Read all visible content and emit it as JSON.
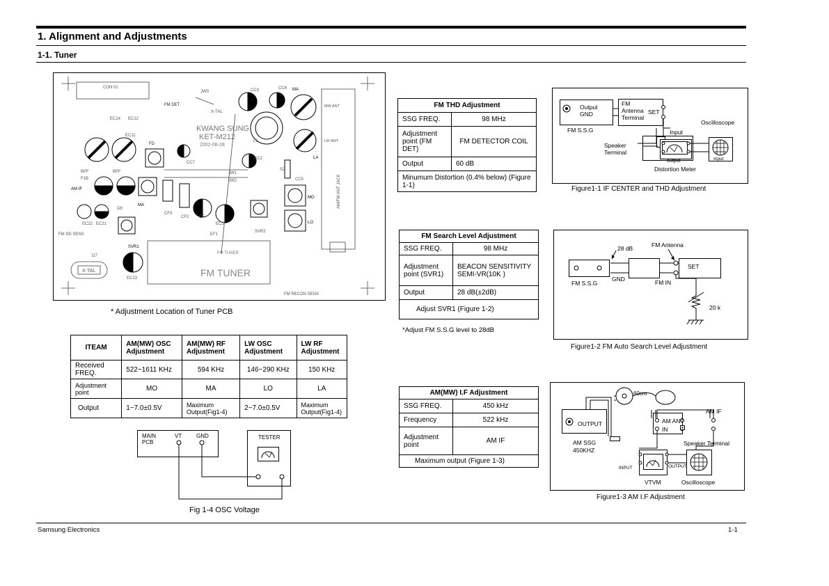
{
  "header": {
    "title": "1. Alignment and Adjustments",
    "subtitle": "1-1. Tuner"
  },
  "pcb": {
    "caption": "* Adjustment Location of Tuner PCB",
    "labels": {
      "con": "CON 01",
      "fmdet": "FM DET",
      "jw3": "JW3",
      "xtal": "X-TAL",
      "cc3": "CC3",
      "cc4": "CC4",
      "ma_top": "MA",
      "mwant": "MW ANT",
      "lwant": "LW ANT",
      "kwang": "KWANG SUNG",
      "model": "KET-M212",
      "date": "2002-08-28",
      "fd": "FD",
      "ec14": "EC14",
      "ec12": "EC12",
      "ec11": "EC11",
      "l1": "L1",
      "cc2": "CC2",
      "s2": "S2",
      "la": "LA",
      "cc7": "CC7",
      "bpf1": "BPF",
      "bpf2": "BPF",
      "f1b": "F1B",
      "jw1": "JW1",
      "jw2": "JW2",
      "cc5": "CC5",
      "amif": "AM IF",
      "d8": "D8",
      "ma": "MA",
      "mo": "MO",
      "lo": "LO",
      "cf3": "CF3",
      "cf2": "CF2",
      "cf": "CF",
      "ec8": "EC8",
      "ec1": "EC1",
      "ec22": "EC22",
      "ec21": "EC21",
      "svr2": "SVR2",
      "fmsd": "FM SD SENS",
      "svr1": "SVR1",
      "ef1": "EF1",
      "fmtuner_small": "FM TUNER",
      "fmtuner_big": "FM TUNER",
      "d7": "D7",
      "xtal2": "X-TAL",
      "ec13": "EC13",
      "fmrecon": "FM RECON SENS",
      "jack": "AM/FM ANT JACK"
    }
  },
  "osc_table": {
    "headers": [
      "ITEAM",
      "AM(MW) OSC Adjustment",
      "AM(MW) RF Adjustment",
      "LW OSC Adjustment",
      "LW RF Adjustment"
    ],
    "rows": [
      [
        "Received FREQ.",
        "522~1611 KHz",
        "594 KHz",
        "146~290 KHz",
        "150 KHz"
      ],
      [
        "Adjustment point",
        "MO",
        "MA",
        "LO",
        "LA"
      ],
      [
        "Output",
        "1~7.0±0.5V",
        "Maximum Output(Fig1-4)",
        "2~7.0±0.5V",
        "Maximum Output(Fig1-4)"
      ]
    ]
  },
  "fig14": {
    "main": "MAIN",
    "pcb": "PCB",
    "vt": "VT",
    "gnd": "GND",
    "tester": "TESTER",
    "caption": "Fig 1-4 OSC Voltage"
  },
  "thd_table": {
    "title": "FM THD Adjustment",
    "rows": [
      [
        "SSG FREQ.",
        "98 MHz"
      ],
      [
        "Adjustment point (FM DET)",
        "FM DETECTOR COIL"
      ],
      [
        "Output",
        "60 dB"
      ]
    ],
    "note": "Minumum Distortion (0.4% below) (Figure 1-1)"
  },
  "fig11": {
    "output": "Output",
    "gnd": "GND",
    "fmssg": "FM S.S.G",
    "fm": "FM",
    "antenna": "Antenna",
    "terminal": "Terminal",
    "set": "SET",
    "oscilloscope": "Oscilloscope",
    "input": "Input",
    "speaker": "Speaker",
    "speaker_terminal": "Terminal",
    "out_small": "output",
    "input_small": "Input",
    "distortion": "Distortion Meter",
    "caption": "Figure1-1  IF CENTER and THD Adjustment"
  },
  "search_table": {
    "title": "FM Search Level Adjustment",
    "rows": [
      [
        "SSG FREQ.",
        "98 MHz"
      ],
      [
        "Adjustment point (SVR1)",
        "BEACON SENSITIVITY SEMI-VR(10K )"
      ],
      [
        "Output",
        "28 dB(±2dB)"
      ]
    ],
    "note": "Adjust SVR1  (Figure 1-2)",
    "footnote": "*Adjust FM S.S.G level to 28dB"
  },
  "fig12": {
    "db": "28 dB",
    "fmant": "FM Antenna",
    "set": "SET",
    "fmssg": "FM S.S.G",
    "gnd": "GND",
    "fmin": "FM IN",
    "res": "20 k",
    "caption": "Figure1-2  FM Auto Search Level Adjustment"
  },
  "am_table": {
    "title": "AM(MW) I.F Adjustment",
    "rows": [
      [
        "SSG FREQ.",
        "450 kHz"
      ],
      [
        "Frequency",
        "522 kHz"
      ],
      [
        "Adjustment point",
        "AM IF"
      ]
    ],
    "note": "Maximum output (Figure 1-3)"
  },
  "fig13": {
    "cm": "60cm",
    "amif": "AM IF",
    "output": "OUTPUT",
    "amant": "AM ANT",
    "in": "IN",
    "amssg": "AM SSG",
    "khz": "450KHZ",
    "speaker": "Speaker Terminal",
    "input": "INPUT",
    "output2": "OUTPUT",
    "vtvm": "VTVM",
    "osc": "Oscilloscope",
    "caption": "Figure1-3  AM I.F Adjustment"
  },
  "footer": {
    "left": "Samsung Electronics",
    "right": "1-1"
  }
}
